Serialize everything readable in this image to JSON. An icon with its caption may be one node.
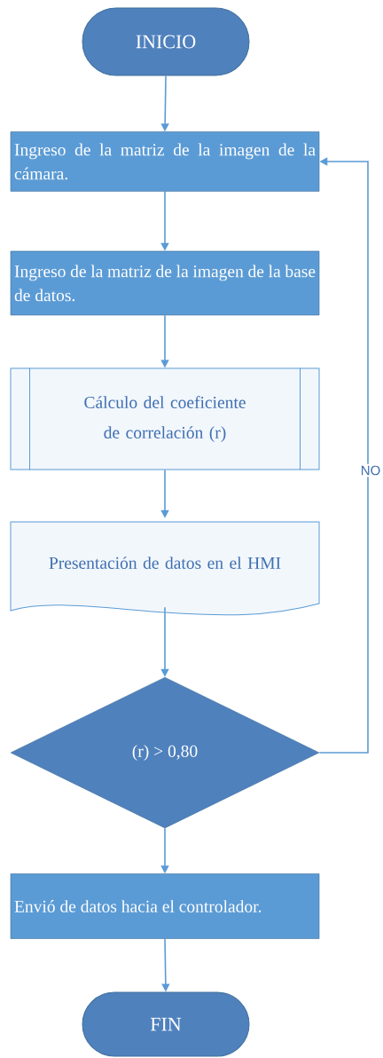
{
  "diagram": {
    "nodes": [
      {
        "text": [
          "INICIO"
        ]
      },
      {
        "text": [
          "Ingreso de la matriz de la imagen de la cámara."
        ]
      },
      {
        "text": [
          "Ingreso de la matriz de la imagen de la base de datos."
        ]
      },
      {
        "text": [
          "Cálculo del coeficiente de correlación (r)"
        ]
      },
      {
        "text": [
          "Presentación de datos en el HMI"
        ]
      },
      {
        "text": [
          "(r) > 0,80"
        ]
      },
      {
        "text": [
          "Envió de datos hacia el controlador."
        ]
      },
      {
        "text": [
          "FIN"
        ]
      }
    ],
    "edges": [
      {
        "from": 0,
        "to": 1,
        "arrow": "to"
      },
      {
        "from": 1,
        "to": 2,
        "arrow": "to"
      },
      {
        "from": 2,
        "to": 3,
        "arrow": "to"
      },
      {
        "from": 3,
        "to": 4,
        "arrow": "to"
      },
      {
        "from": 4,
        "to": 5,
        "arrow": "to"
      },
      {
        "from": 5,
        "to": 6,
        "arrow": "to"
      },
      {
        "from": 6,
        "to": 7,
        "arrow": "to"
      },
      {
        "from": 5,
        "to": 1,
        "arrow": "to",
        "label": "NO"
      }
    ]
  }
}
